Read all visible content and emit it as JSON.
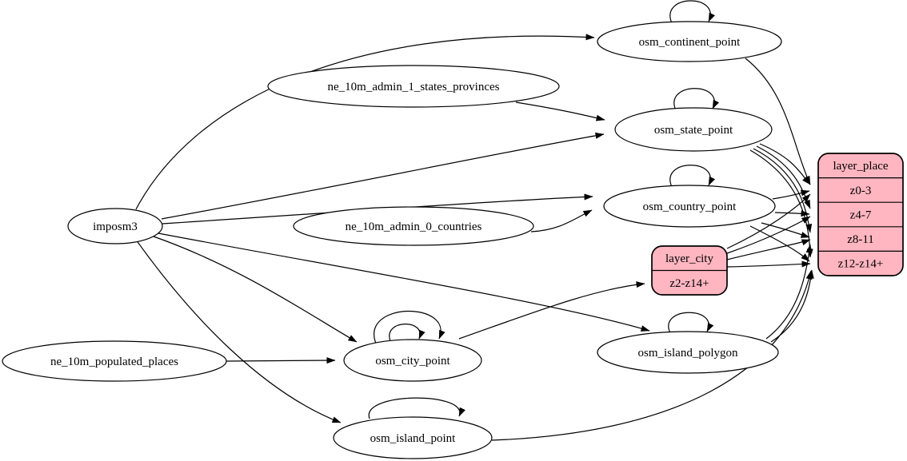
{
  "diagram": {
    "type": "etl-dependency-graph",
    "colors": {
      "background": "#ffffff",
      "ellipse_fill": "#ffffff",
      "record_fill": "#ffb6c1",
      "stroke": "#000000"
    },
    "nodes": {
      "imposm3": {
        "label": "imposm3",
        "shape": "ellipse"
      },
      "ne_10m_admin_1_states_provinces": {
        "label": "ne_10m_admin_1_states_provinces",
        "shape": "ellipse"
      },
      "ne_10m_admin_0_countries": {
        "label": "ne_10m_admin_0_countries",
        "shape": "ellipse"
      },
      "ne_10m_populated_places": {
        "label": "ne_10m_populated_places",
        "shape": "ellipse"
      },
      "osm_continent_point": {
        "label": "osm_continent_point",
        "shape": "ellipse"
      },
      "osm_state_point": {
        "label": "osm_state_point",
        "shape": "ellipse"
      },
      "osm_country_point": {
        "label": "osm_country_point",
        "shape": "ellipse"
      },
      "osm_city_point": {
        "label": "osm_city_point",
        "shape": "ellipse"
      },
      "osm_island_polygon": {
        "label": "osm_island_polygon",
        "shape": "ellipse"
      },
      "osm_island_point": {
        "label": "osm_island_point",
        "shape": "ellipse"
      },
      "layer_place": {
        "title": "layer_place",
        "shape": "record",
        "rows": [
          "z0-3",
          "z4-7",
          "z8-11",
          "z12-z14+"
        ]
      },
      "layer_city": {
        "title": "layer_city",
        "shape": "record",
        "rows": [
          "z2-z14+"
        ]
      }
    },
    "edges": [
      {
        "from": "imposm3",
        "to": "osm_continent_point"
      },
      {
        "from": "imposm3",
        "to": "osm_state_point"
      },
      {
        "from": "imposm3",
        "to": "osm_country_point"
      },
      {
        "from": "imposm3",
        "to": "osm_city_point"
      },
      {
        "from": "imposm3",
        "to": "osm_island_polygon"
      },
      {
        "from": "imposm3",
        "to": "osm_island_point"
      },
      {
        "from": "ne_10m_admin_1_states_provinces",
        "to": "osm_state_point"
      },
      {
        "from": "ne_10m_admin_0_countries",
        "to": "osm_country_point"
      },
      {
        "from": "ne_10m_populated_places",
        "to": "osm_city_point"
      },
      {
        "from": "osm_continent_point",
        "to": "osm_continent_point"
      },
      {
        "from": "osm_state_point",
        "to": "osm_state_point"
      },
      {
        "from": "osm_country_point",
        "to": "osm_country_point"
      },
      {
        "from": "osm_city_point",
        "to": "osm_city_point"
      },
      {
        "from": "osm_city_point",
        "to": "osm_city_point"
      },
      {
        "from": "osm_island_polygon",
        "to": "osm_island_polygon"
      },
      {
        "from": "osm_island_point",
        "to": "osm_island_point"
      },
      {
        "from": "osm_continent_point",
        "to": "layer_place:z0-3"
      },
      {
        "from": "osm_state_point",
        "to": "layer_place:z0-3"
      },
      {
        "from": "osm_state_point",
        "to": "layer_place:z4-7"
      },
      {
        "from": "osm_state_point",
        "to": "layer_place:z8-11"
      },
      {
        "from": "osm_state_point",
        "to": "layer_place:z12-z14+"
      },
      {
        "from": "osm_country_point",
        "to": "layer_place:z0-3"
      },
      {
        "from": "osm_country_point",
        "to": "layer_place:z4-7"
      },
      {
        "from": "osm_country_point",
        "to": "layer_place:z8-11"
      },
      {
        "from": "osm_country_point",
        "to": "layer_place:z12-z14+"
      },
      {
        "from": "osm_city_point",
        "to": "layer_city:z2-z14+"
      },
      {
        "from": "layer_city:z2-z14+",
        "to": "layer_place:z0-3"
      },
      {
        "from": "layer_city:z2-z14+",
        "to": "layer_place:z4-7"
      },
      {
        "from": "layer_city:z2-z14+",
        "to": "layer_place:z8-11"
      },
      {
        "from": "layer_city:z2-z14+",
        "to": "layer_place:z12-z14+"
      },
      {
        "from": "osm_island_polygon",
        "to": "layer_place:z8-11"
      },
      {
        "from": "osm_island_polygon",
        "to": "layer_place:z12-z14+"
      },
      {
        "from": "osm_island_point",
        "to": "layer_place:z12-z14+"
      }
    ]
  }
}
